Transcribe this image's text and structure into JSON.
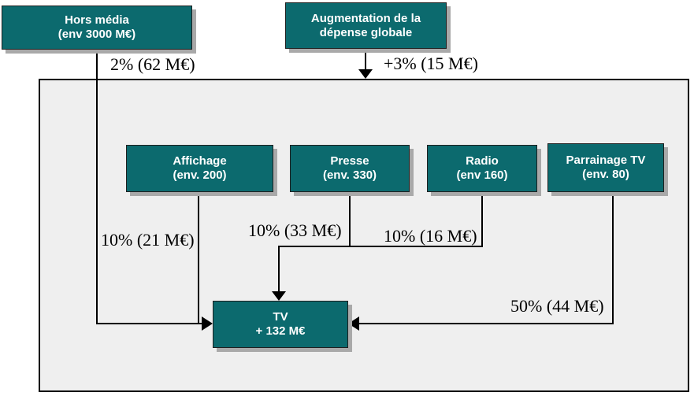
{
  "diagram": {
    "title_semantics": "media budget reallocation flow to TV",
    "colors": {
      "node_fill": "#0c6a6e",
      "node_text": "#ffffff",
      "canvas_fill": "#efefef",
      "canvas_border": "#000000",
      "connector": "#000000",
      "shadow": "#a9a9a9"
    },
    "nodes": {
      "hors_media": {
        "text": "Hors média\n(env 3000 M€)"
      },
      "augmentation": {
        "text": "Augmentation de la\ndépense globale"
      },
      "affichage": {
        "text": "Affichage\n(env. 200)"
      },
      "presse": {
        "text": "Presse\n(env. 330)"
      },
      "radio": {
        "text": "Radio\n(env 160)"
      },
      "parrainage": {
        "text": "Parrainage TV\n(env. 80)"
      },
      "tv": {
        "text": "TV\n+ 132 M€"
      }
    },
    "flow_labels": {
      "hors_media_to_tv": "2% (62 M€)",
      "augmentation_inflow": "+3% (15 M€)",
      "affichage_to_tv": "10% (21 M€)",
      "presse_to_tv": "10% (33 M€)",
      "radio_to_tv": "10% (16 M€)",
      "parrainage_to_tv": "50% (44 M€)"
    }
  }
}
